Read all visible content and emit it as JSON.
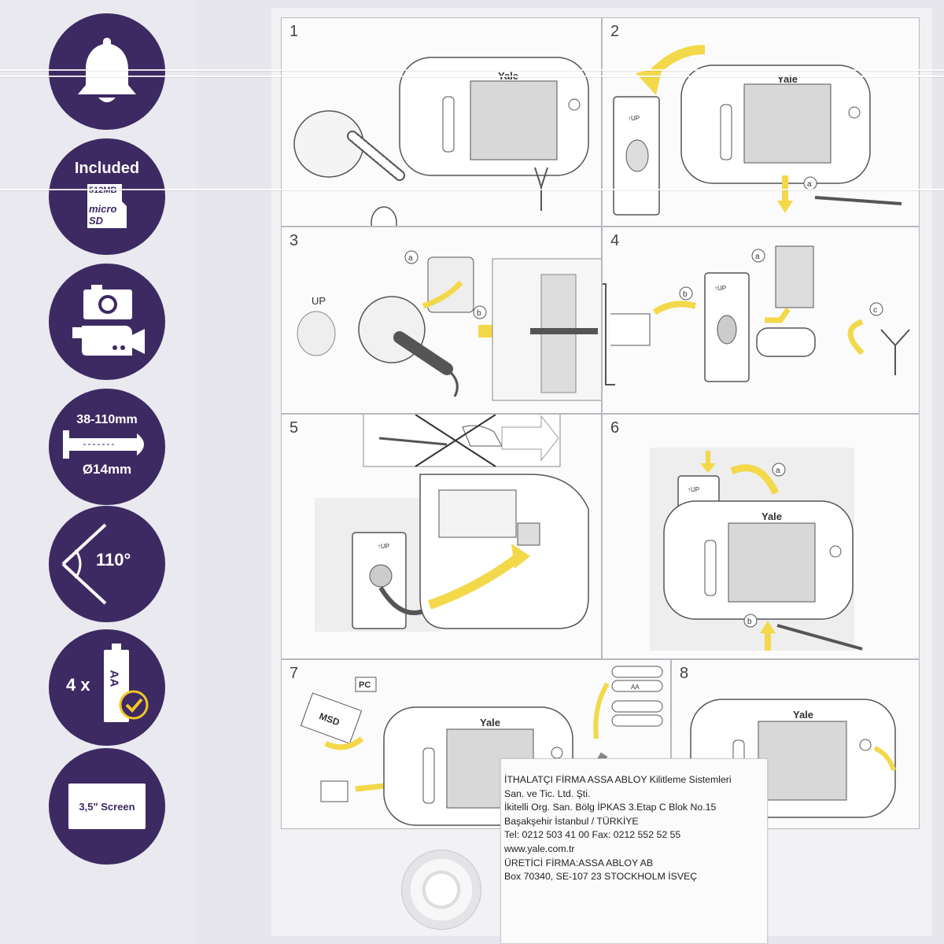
{
  "badges": {
    "included": "Included",
    "card_size": "512MB",
    "card_brand": "micro SD",
    "range": "38-110mm",
    "diameter": "Ø14mm",
    "angle": "110°",
    "battery_count": "4 x",
    "battery_type": "AA",
    "screen": "3,5\" Screen"
  },
  "steps": [
    "1",
    "2",
    "3",
    "4",
    "5",
    "6",
    "7",
    "8"
  ],
  "diagram_labels": {
    "brand": "Yale",
    "a": "a",
    "b": "b",
    "c": "c",
    "up": "UP",
    "up_small": "↑UP",
    "pc": "PC",
    "msd": "MSD",
    "aa": "AA"
  },
  "sticker": {
    "line1": "İTHALATÇI FİRMA ASSA ABLOY Kilitleme Sistemleri",
    "line2": "San. ve Tic. Ltd. Şti.",
    "line3": "İkitelli Org. San. Bölg İPKAS 3.Etap C Blok No.15",
    "line4": "Başakşehir İstanbul / TÜRKİYE",
    "line5": "Tel: 0212 503 41 00  Fax: 0212 552 52 55",
    "line6": "www.yale.com.tr",
    "line7": "ÜRETİCİ FİRMA:ASSA ABLOY AB",
    "line8": "Box 70340, SE-107 23 STOCKHOLM İSVEÇ"
  },
  "colors": {
    "badge": "#3d2a62",
    "arrow": "#f3d84a",
    "outline": "#555555"
  }
}
